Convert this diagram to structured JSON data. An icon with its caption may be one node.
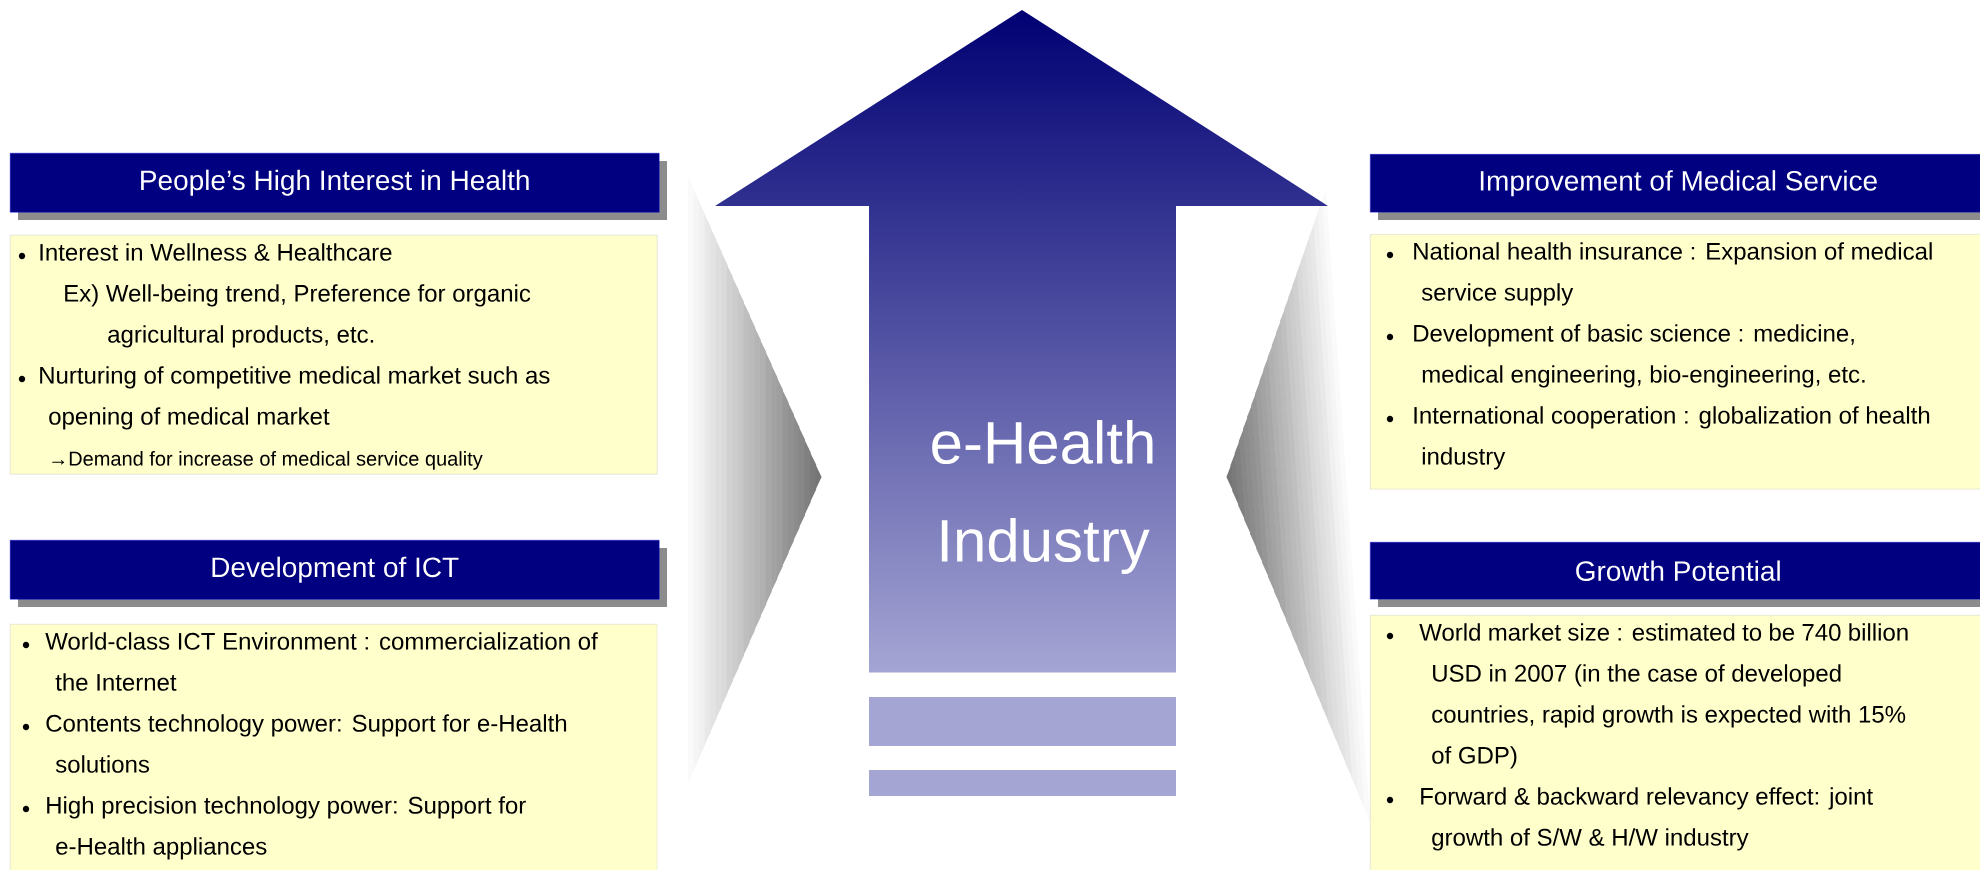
{
  "diagram": {
    "nodes": [
      {
        "text": [
          "People’s High Interest in Health"
        ]
      },
      {
        "text": [
          "Interest in Wellness & Healthcare",
          "Ex) Well-being trend, Preference for organic agricultural products, etc.",
          "Nurturing of competitive medical market such as opening of medical market",
          "→Demand for increase of medical service quality"
        ]
      },
      {
        "text": [
          "Development of ICT"
        ]
      },
      {
        "text": [
          "World-class ICT Environment : commercialization of the Internet",
          "Contents technology power: Support for e-Health solutions",
          "High precision technology power: Support for e-Health appliances"
        ]
      },
      {
        "text": [
          "e-Health Industry"
        ]
      },
      {
        "text": [
          "Improvement of Medical Service"
        ]
      },
      {
        "text": [
          "National health insurance : Expansion of medical service supply",
          "Development of basic science : medicine, medical engineering, bio-engineering, etc.",
          "International cooperation : globalization of health industry"
        ]
      },
      {
        "text": [
          "Growth Potential"
        ]
      },
      {
        "text": [
          "World market size : estimated to be 740 billion USD in 2007 (in the case of developed countries, rapid growth is expected with 15% of GDP)",
          "Forward & backward relevancy effect: joint growth of S/W & H/W industry"
        ]
      }
    ]
  }
}
